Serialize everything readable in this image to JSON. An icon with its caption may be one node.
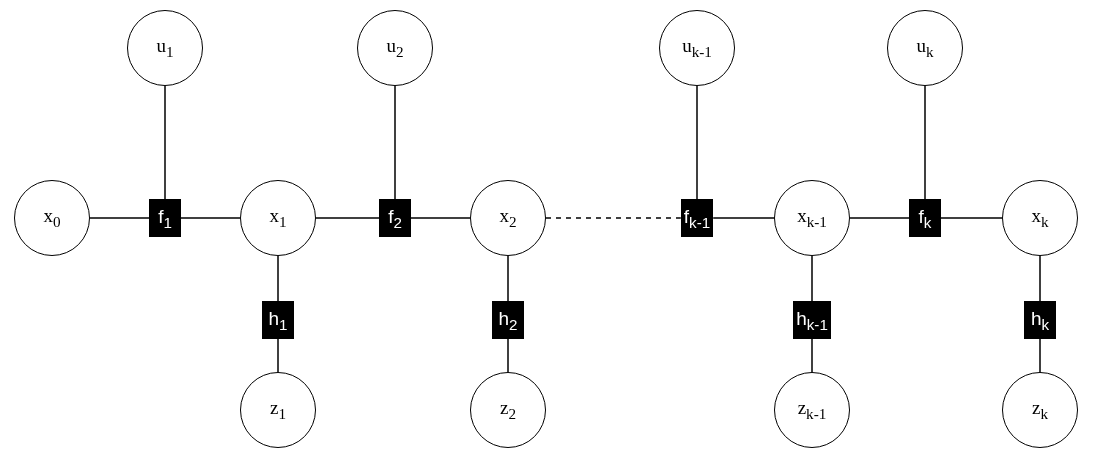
{
  "diagram": {
    "nodes": [
      {
        "text": [
          "u$_{1}$"
        ]
      },
      {
        "text": [
          "u$_{2}$"
        ]
      },
      {
        "text": [
          "u$_{k-1}$"
        ]
      },
      {
        "text": [
          "u$_{k}$"
        ]
      },
      {
        "text": [
          "x$_{0}$"
        ]
      },
      {
        "text": [
          "f$_{1}$"
        ]
      },
      {
        "text": [
          "x$_{1}$"
        ]
      },
      {
        "text": [
          "f$_{2}$"
        ]
      },
      {
        "text": [
          "x$_{2}$"
        ]
      },
      {
        "text": [
          "f$_{k-1}$"
        ]
      },
      {
        "text": [
          "x$_{k-1}$"
        ]
      },
      {
        "text": [
          "f$_{k}$"
        ]
      },
      {
        "text": [
          "x$_{k}$"
        ]
      },
      {
        "text": [
          "h$_{1}$"
        ]
      },
      {
        "text": [
          "h$_{2}$"
        ]
      },
      {
        "text": [
          "h$_{k-1}$"
        ]
      },
      {
        "text": [
          "h$_{k}$"
        ]
      },
      {
        "text": [
          "z$_{1}$"
        ]
      },
      {
        "text": [
          "z$_{2}$"
        ]
      },
      {
        "text": [
          "z$_{k-1}$"
        ]
      },
      {
        "text": [
          "z$_{k}$"
        ]
      }
    ],
    "edges": [
      {
        "from": 4,
        "to": 5,
        "arrow": "none"
      },
      {
        "from": 5,
        "to": 6,
        "arrow": "none"
      },
      {
        "from": 0,
        "to": 5,
        "arrow": "none"
      },
      {
        "from": 6,
        "to": 7,
        "arrow": "none"
      },
      {
        "from": 7,
        "to": 8,
        "arrow": "none"
      },
      {
        "from": 1,
        "to": 7,
        "arrow": "none"
      },
      {
        "from": 8,
        "to": 9,
        "arrow": "none",
        "style": "dashed"
      },
      {
        "from": 9,
        "to": 10,
        "arrow": "none"
      },
      {
        "from": 2,
        "to": 9,
        "arrow": "none"
      },
      {
        "from": 10,
        "to": 11,
        "arrow": "none"
      },
      {
        "from": 11,
        "to": 12,
        "arrow": "none"
      },
      {
        "from": 3,
        "to": 11,
        "arrow": "none"
      },
      {
        "from": 6,
        "to": 13,
        "arrow": "none"
      },
      {
        "from": 13,
        "to": 17,
        "arrow": "none"
      },
      {
        "from": 8,
        "to": 14,
        "arrow": "none"
      },
      {
        "from": 14,
        "to": 18,
        "arrow": "none"
      },
      {
        "from": 10,
        "to": 15,
        "arrow": "none"
      },
      {
        "from": 15,
        "to": 19,
        "arrow": "none"
      },
      {
        "from": 12,
        "to": 16,
        "arrow": "none"
      },
      {
        "from": 16,
        "to": 20,
        "arrow": "none"
      }
    ]
  }
}
